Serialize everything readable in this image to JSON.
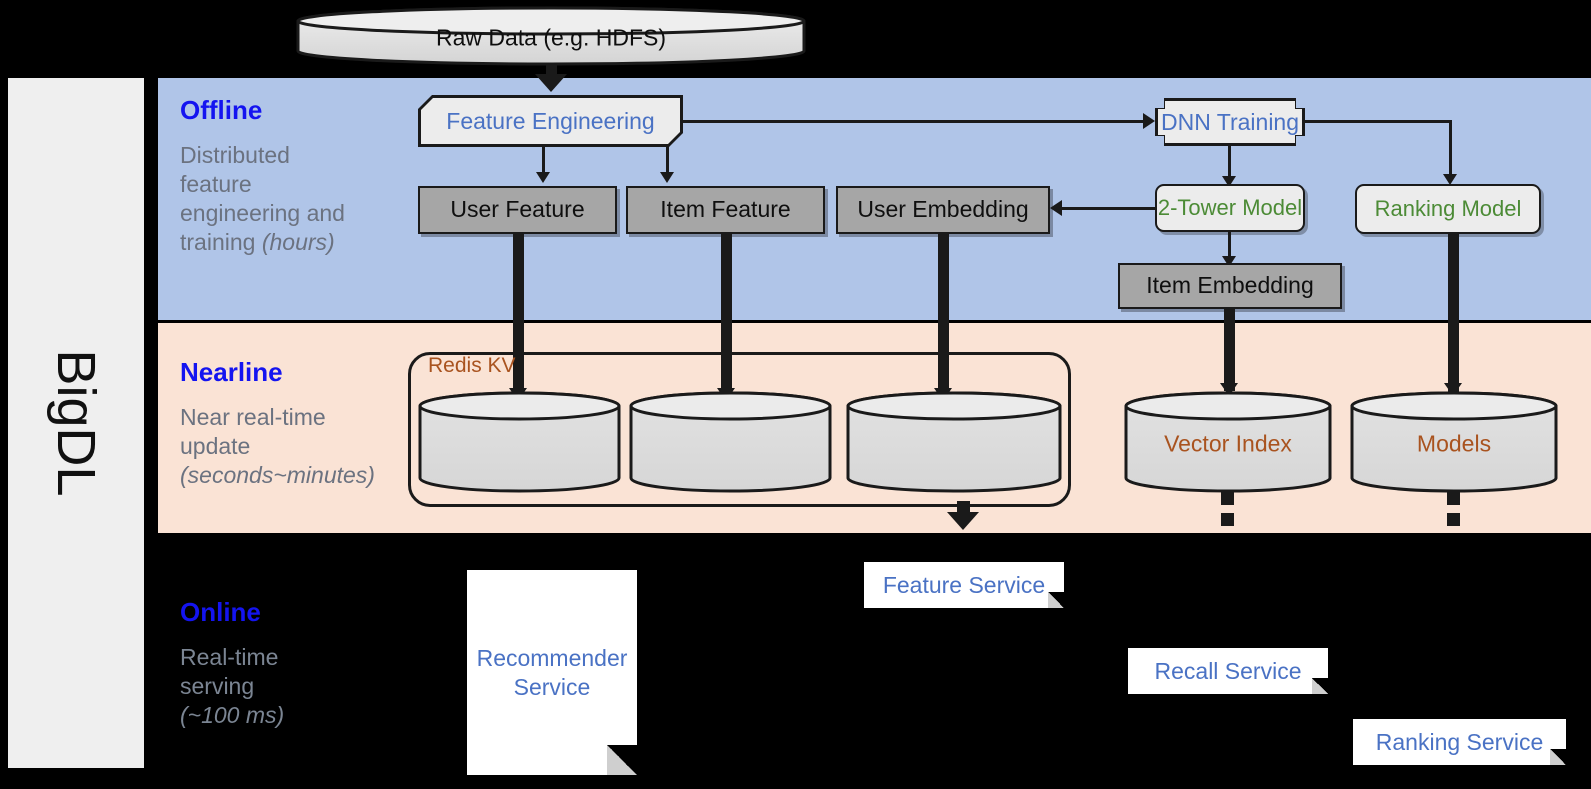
{
  "framework": {
    "name": "BigDL"
  },
  "source": {
    "label": "Raw Data (e.g. HDFS)"
  },
  "bands": {
    "offline": {
      "title": "Offline",
      "desc_line1": "Distributed",
      "desc_line2": "feature",
      "desc_line3": "engineering and",
      "desc_line4": "training ",
      "desc_italic": "(hours)"
    },
    "nearline": {
      "title": "Nearline",
      "desc_line1": "Near real-time",
      "desc_line2": "update",
      "desc_italic": "(seconds~minutes)"
    },
    "online": {
      "title": "Online",
      "desc_line1": "Real-time",
      "desc_line2": "serving",
      "desc_italic": "(~100 ms)"
    }
  },
  "offline_nodes": {
    "feature_engineering": "Feature Engineering",
    "dnn_training": "DNN Training",
    "user_feature": "User Feature",
    "item_feature": "Item Feature",
    "user_embedding": "User Embedding",
    "two_tower_model": "2-Tower Model",
    "ranking_model": "Ranking Model",
    "item_embedding": "Item Embedding"
  },
  "nearline_nodes": {
    "redis_group_label": "Redis KV",
    "redis_store_1": "",
    "redis_store_2": "",
    "redis_store_3": "",
    "vector_index": "Vector Index",
    "models": "Models"
  },
  "online_nodes": {
    "recommender_service": "Recommender\nService",
    "recommender_service_line1": "Recommender",
    "recommender_service_line2": "Service",
    "feature_service": "Feature Service",
    "recall_service": "Recall Service",
    "ranking_service": "Ranking Service"
  },
  "colors": {
    "offline_band": "#b0c5e8",
    "nearline_band": "#fae3d5",
    "online_band": "#000000",
    "band_title": "#1414f0",
    "band_desc": "#6b7280",
    "blue_node_text": "#4a72c4",
    "green_node_text": "#4c8b36",
    "brown_node_text": "#a9531f",
    "gray_store_fill": "#a6a6a6",
    "light_node_fill": "#ececec",
    "sidebar_fill": "#efefef",
    "stroke": "#1a1a1a"
  }
}
